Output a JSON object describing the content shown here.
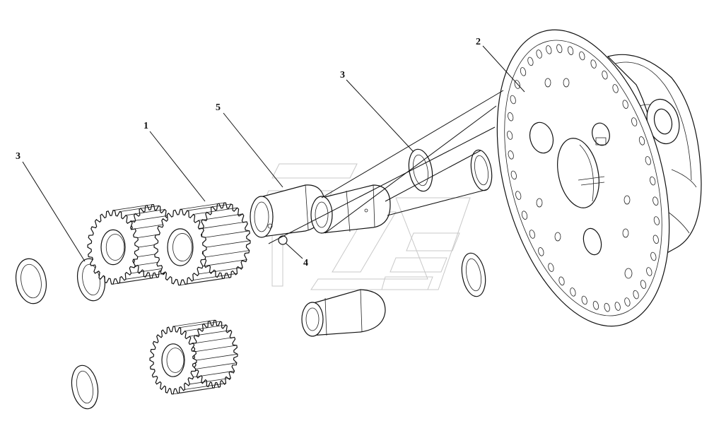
{
  "diagram": {
    "callouts": [
      {
        "id": "gear",
        "label": "1"
      },
      {
        "id": "carrier",
        "label": "2"
      },
      {
        "id": "washer-left",
        "label": "3"
      },
      {
        "id": "washer-right",
        "label": "3"
      },
      {
        "id": "ball",
        "label": "4"
      },
      {
        "id": "pin",
        "label": "5"
      }
    ]
  }
}
